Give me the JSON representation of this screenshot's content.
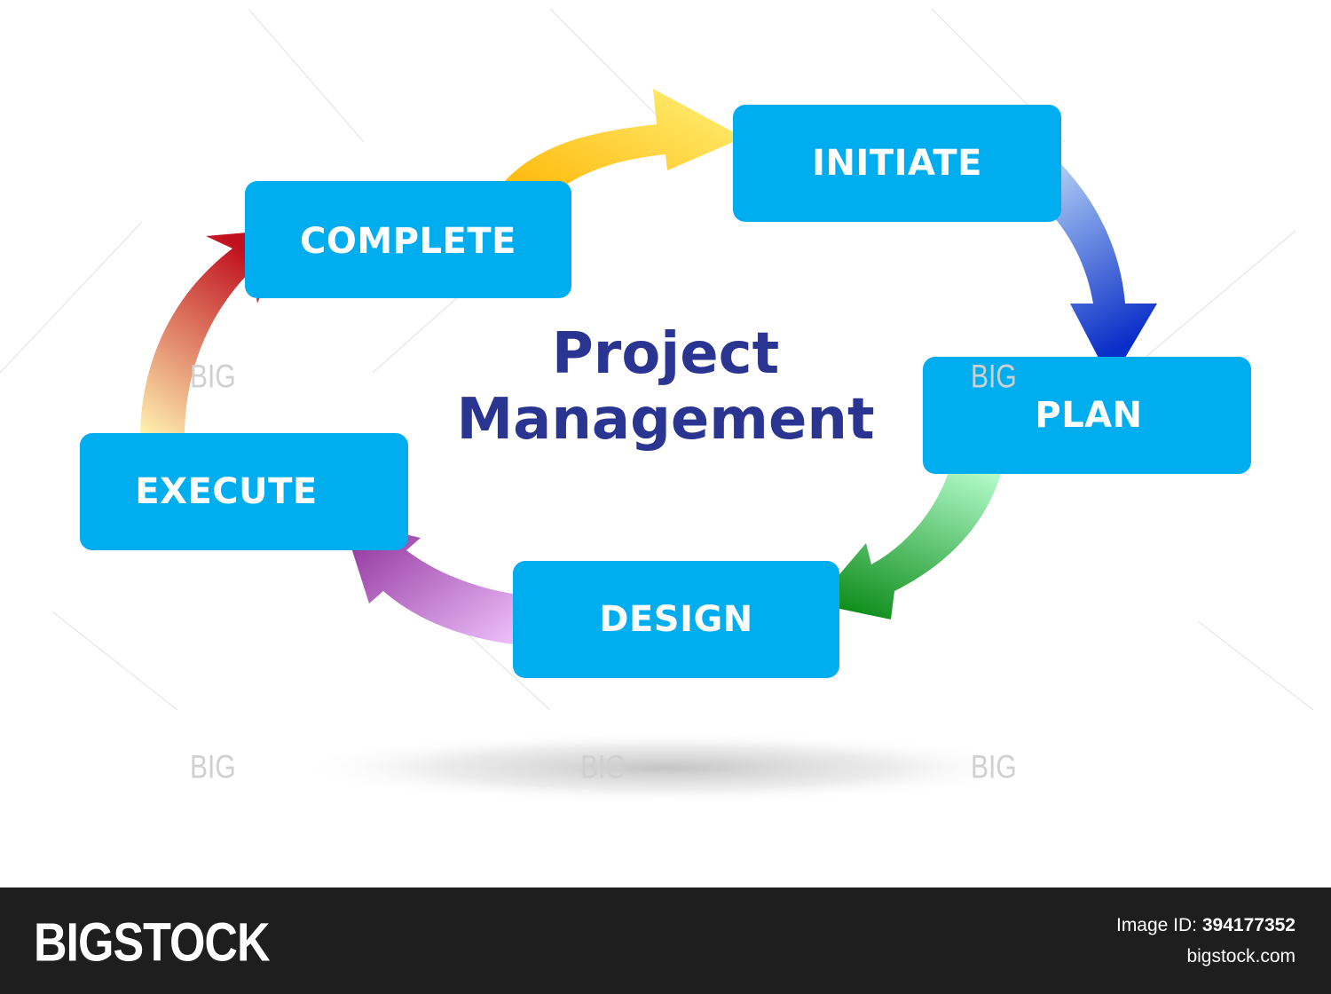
{
  "title": {
    "line1": "Project",
    "line2": "Management"
  },
  "stages": {
    "initiate": "INITIATE",
    "plan": "PLAN",
    "design": "DESIGN",
    "execute": "EXECUTE",
    "complete": "COMPLETE"
  },
  "colors": {
    "box": "#00adee",
    "title": "#2a3592",
    "arrow_complete_initiate": [
      "#ffb300",
      "#fff27a"
    ],
    "arrow_initiate_plan": [
      "#d9f6ff",
      "#0a2ec8"
    ],
    "arrow_plan_design": [
      "#b8ffd0",
      "#0a8a16"
    ],
    "arrow_design_execute": [
      "#f2c6ff",
      "#8a2a96"
    ],
    "arrow_execute_complete": [
      "#fff2b0",
      "#c0101e"
    ]
  },
  "watermark": {
    "big": "BIG",
    "bigstock": "BIGSTOCK"
  },
  "footer": {
    "brand": "BIGSTOCK",
    "image_id_label": "Image ID:",
    "image_id_value": "394177352",
    "site": "bigstock.com"
  }
}
